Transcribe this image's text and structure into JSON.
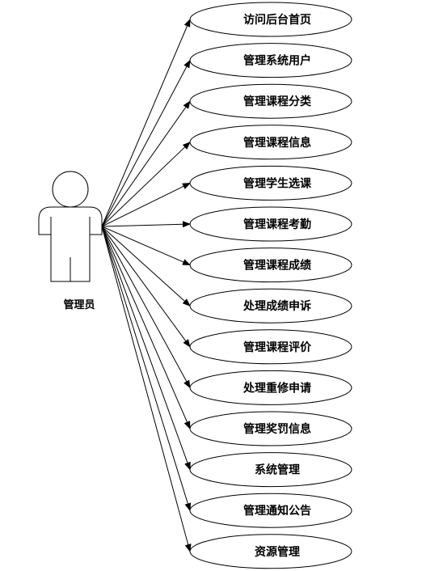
{
  "actor": {
    "label": "管理员"
  },
  "use_cases": [
    {
      "label": "访问后台首页"
    },
    {
      "label": "管理系统用户"
    },
    {
      "label": "管理课程分类"
    },
    {
      "label": "管理课程信息"
    },
    {
      "label": "管理学生选课"
    },
    {
      "label": "管理课程考勤"
    },
    {
      "label": "管理课程成绩"
    },
    {
      "label": "处理成绩申诉"
    },
    {
      "label": "管理课程评价"
    },
    {
      "label": "处理重修申请"
    },
    {
      "label": "管理奖罚信息"
    },
    {
      "label": "系统管理"
    },
    {
      "label": "管理通知公告"
    },
    {
      "label": "资源管理"
    }
  ],
  "colors": {
    "stroke": "#000000",
    "fill": "#ffffff"
  }
}
